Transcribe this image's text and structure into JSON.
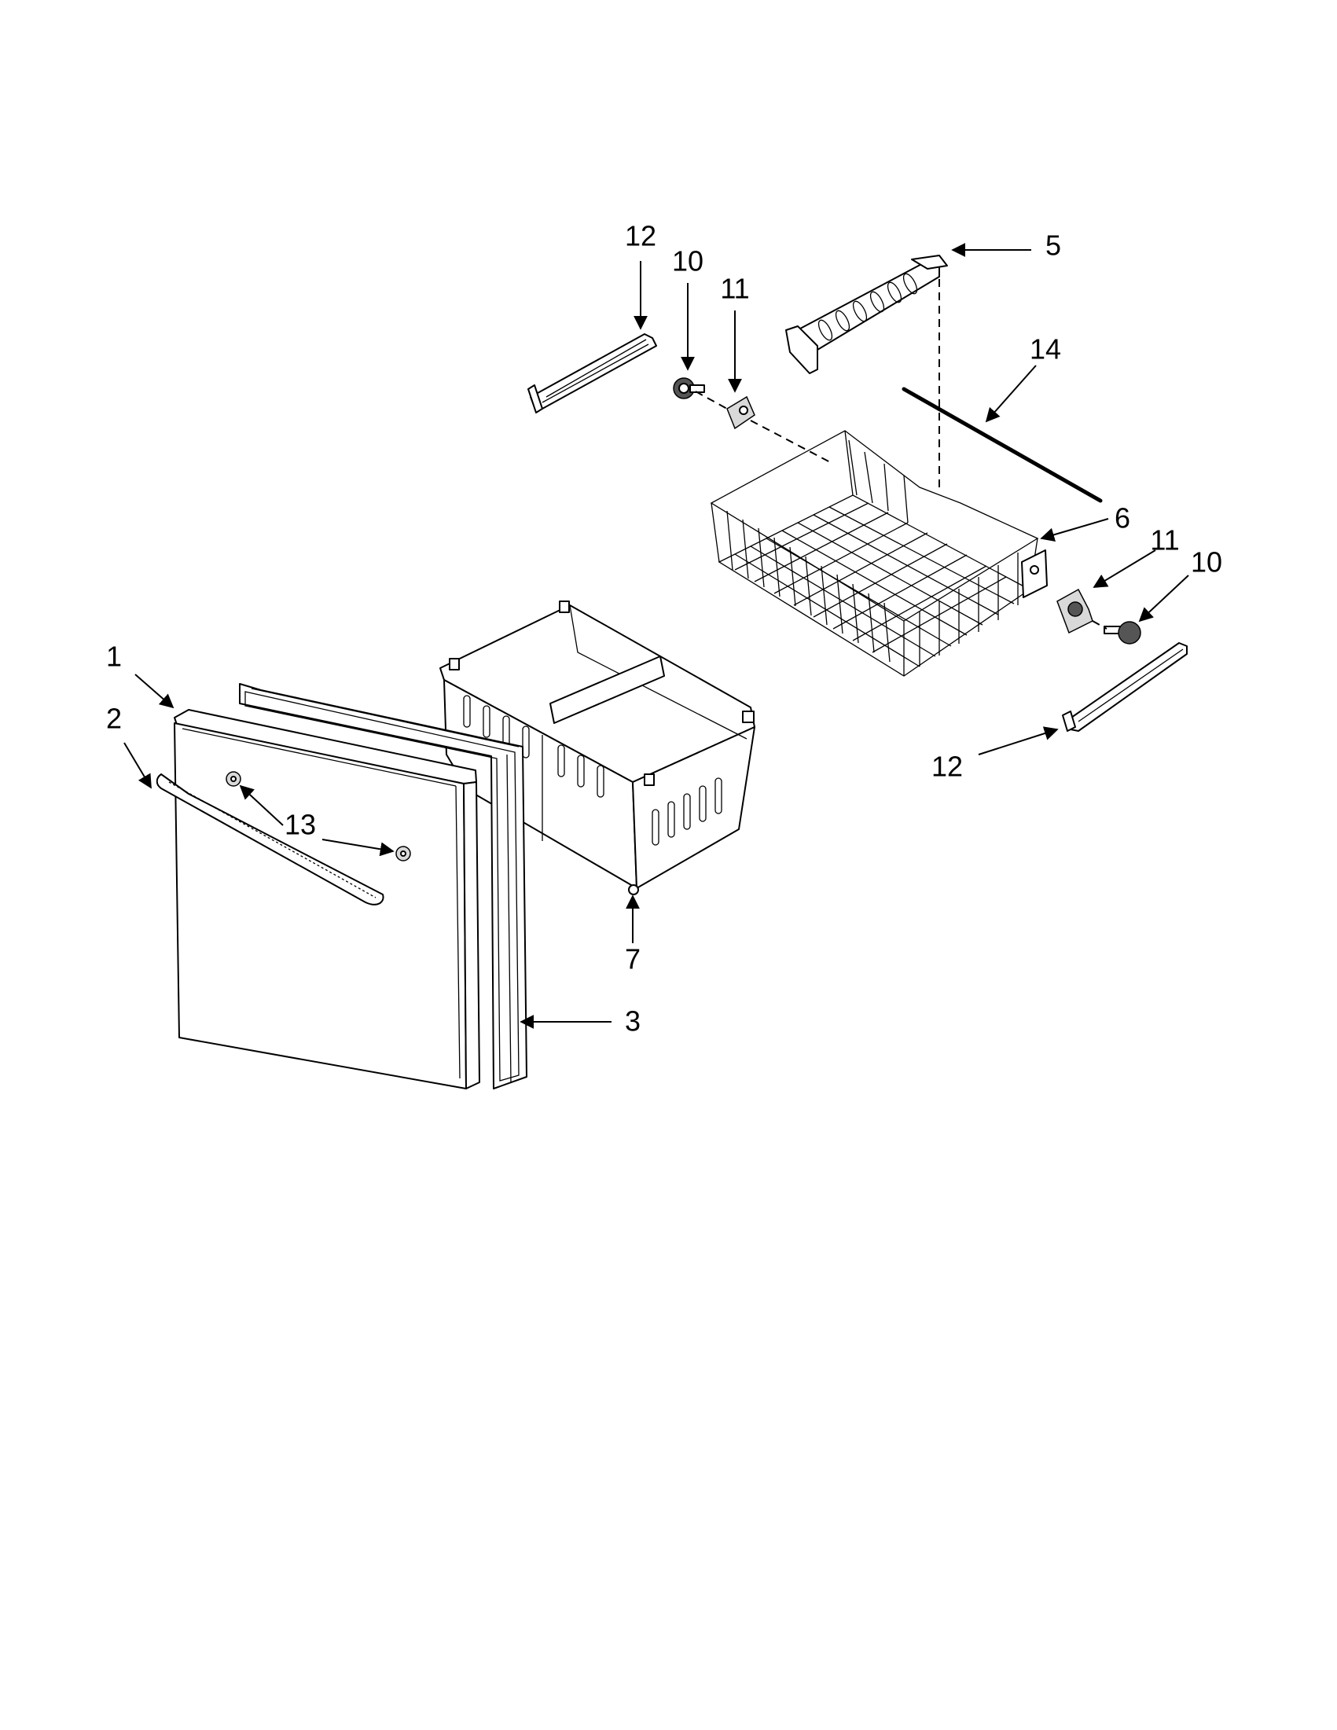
{
  "callouts": [
    {
      "id": "c1",
      "label": "1"
    },
    {
      "id": "c2",
      "label": "2"
    },
    {
      "id": "c3",
      "label": "3"
    },
    {
      "id": "c5",
      "label": "5"
    },
    {
      "id": "c6",
      "label": "6"
    },
    {
      "id": "c7",
      "label": "7"
    },
    {
      "id": "c10a",
      "label": "10"
    },
    {
      "id": "c10b",
      "label": "10"
    },
    {
      "id": "c11a",
      "label": "11"
    },
    {
      "id": "c11b",
      "label": "11"
    },
    {
      "id": "c12a",
      "label": "12"
    },
    {
      "id": "c12b",
      "label": "12"
    },
    {
      "id": "c13",
      "label": "13"
    },
    {
      "id": "c14",
      "label": "14"
    }
  ],
  "parts": [
    {
      "number": "1",
      "icon": "drawer-front-panel-icon"
    },
    {
      "number": "2",
      "icon": "drawer-handle-icon"
    },
    {
      "number": "3",
      "icon": "drawer-gasket-icon"
    },
    {
      "number": "5",
      "icon": "basket-divider-icon"
    },
    {
      "number": "6",
      "icon": "wire-basket-icon"
    },
    {
      "number": "7",
      "icon": "plastic-bin-icon"
    },
    {
      "number": "10",
      "icon": "gear-roller-icon"
    },
    {
      "number": "11",
      "icon": "bracket-icon"
    },
    {
      "number": "12",
      "icon": "slide-rail-icon"
    },
    {
      "number": "13",
      "icon": "screw-icon"
    },
    {
      "number": "14",
      "icon": "rod-icon"
    }
  ]
}
